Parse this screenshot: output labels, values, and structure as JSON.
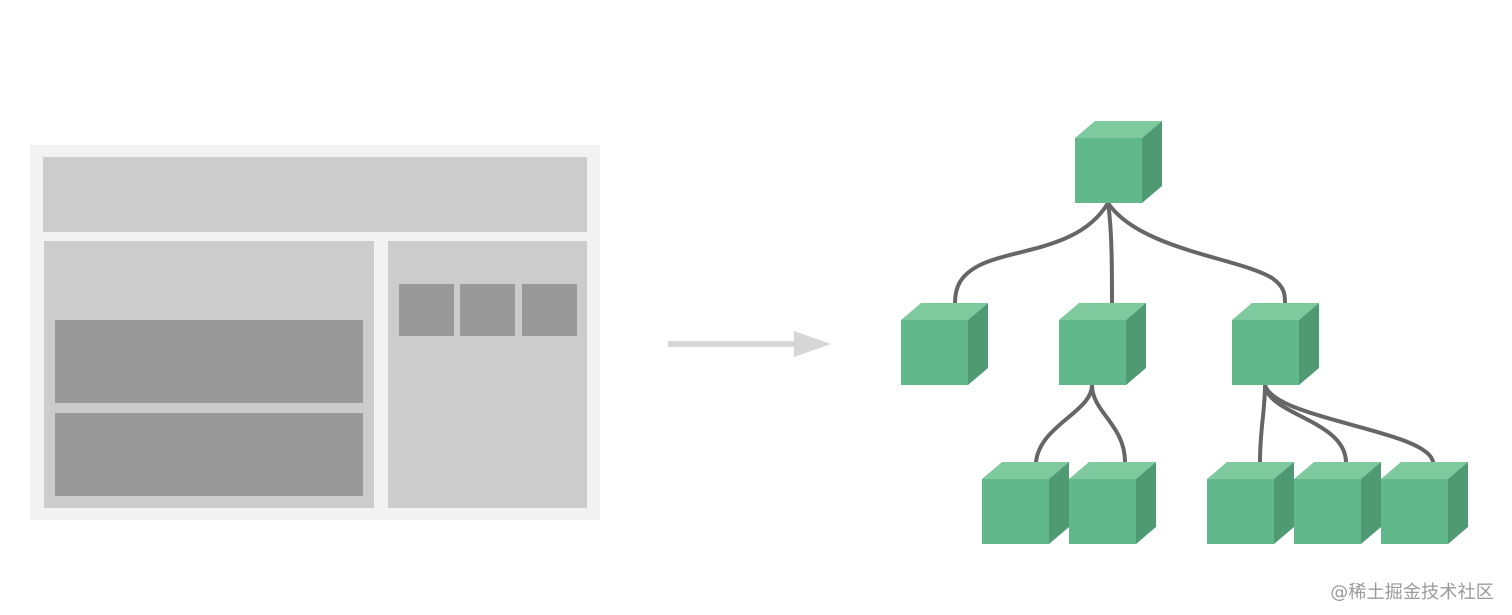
{
  "colors": {
    "frame": "#f2f2f2",
    "panel": "#cccccc",
    "block": "#999999",
    "arrow": "#d6d6d6",
    "cube_top": "#7fc99f",
    "cube_front": "#61b88a",
    "cube_side": "#4f9a72",
    "connector": "#666666"
  },
  "left_layout": {
    "description_icons": [
      "page-frame",
      "header-panel",
      "main-panel",
      "sidebar-panel"
    ]
  },
  "tree": {
    "node_shape": "cube-icon",
    "children_of_root": 3,
    "children": [
      {
        "name": "left-child",
        "children": 0
      },
      {
        "name": "middle-child",
        "children": 2
      },
      {
        "name": "right-child",
        "children": 3
      }
    ]
  },
  "watermark": "@稀土掘金技术社区"
}
